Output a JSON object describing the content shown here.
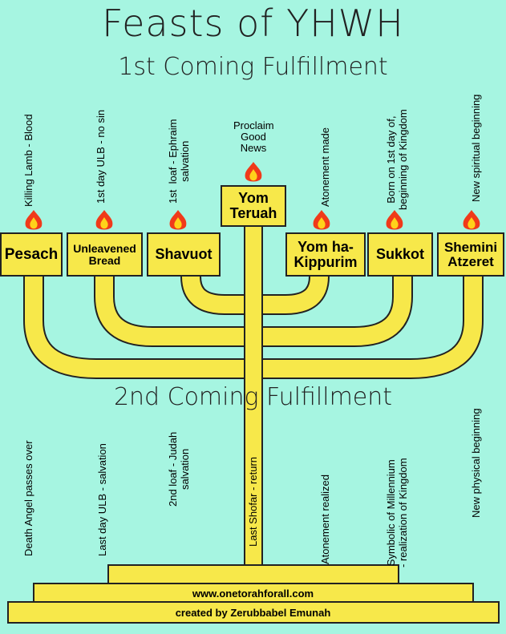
{
  "title": "Feasts of YHWH",
  "first_coming": {
    "heading": "1st Coming Fulfillment",
    "labels": {
      "pesach": "Killing Lamb - Blood",
      "unleavened": "1st day ULB - no sin",
      "shavuot": "1st  loaf - Ephraim\nsalvation",
      "yom_teruah": "Proclaim\nGood\nNews",
      "kippurim": "Atonement made",
      "sukkot": "Born on 1st day of,\nbeginning of Kingdom",
      "shemini": "New spiritual beginning"
    }
  },
  "feasts": {
    "pesach": "Pesach",
    "unleavened": "Unleavened\nBread",
    "shavuot": "Shavuot",
    "yom_teruah": "Yom\nTeruah",
    "kippurim": "Yom ha-\nKippurim",
    "sukkot": "Sukkot",
    "shemini": "Shemini\nAtzeret"
  },
  "second_coming": {
    "heading": "2nd Coming Fulfillment",
    "labels": {
      "pesach": "Death Angel passes over",
      "unleavened": "Last day ULB - salvation",
      "shavuot": "2nd loaf - Judah\nsalvation",
      "yom_teruah": "Last Shofar - return",
      "kippurim": "Atonement realized",
      "sukkot": "Symbolic of Millennium\n- realization of Kingdom",
      "shemini": "New physical beginning"
    }
  },
  "base": {
    "website": "www.onetorahforall.com",
    "credit": "created by Zerubbabel Emunah"
  },
  "colors": {
    "background": "#a6f5e1",
    "gold": "#f7e84a",
    "flame_outer": "#f03a1a",
    "flame_inner": "#ffd21a"
  }
}
